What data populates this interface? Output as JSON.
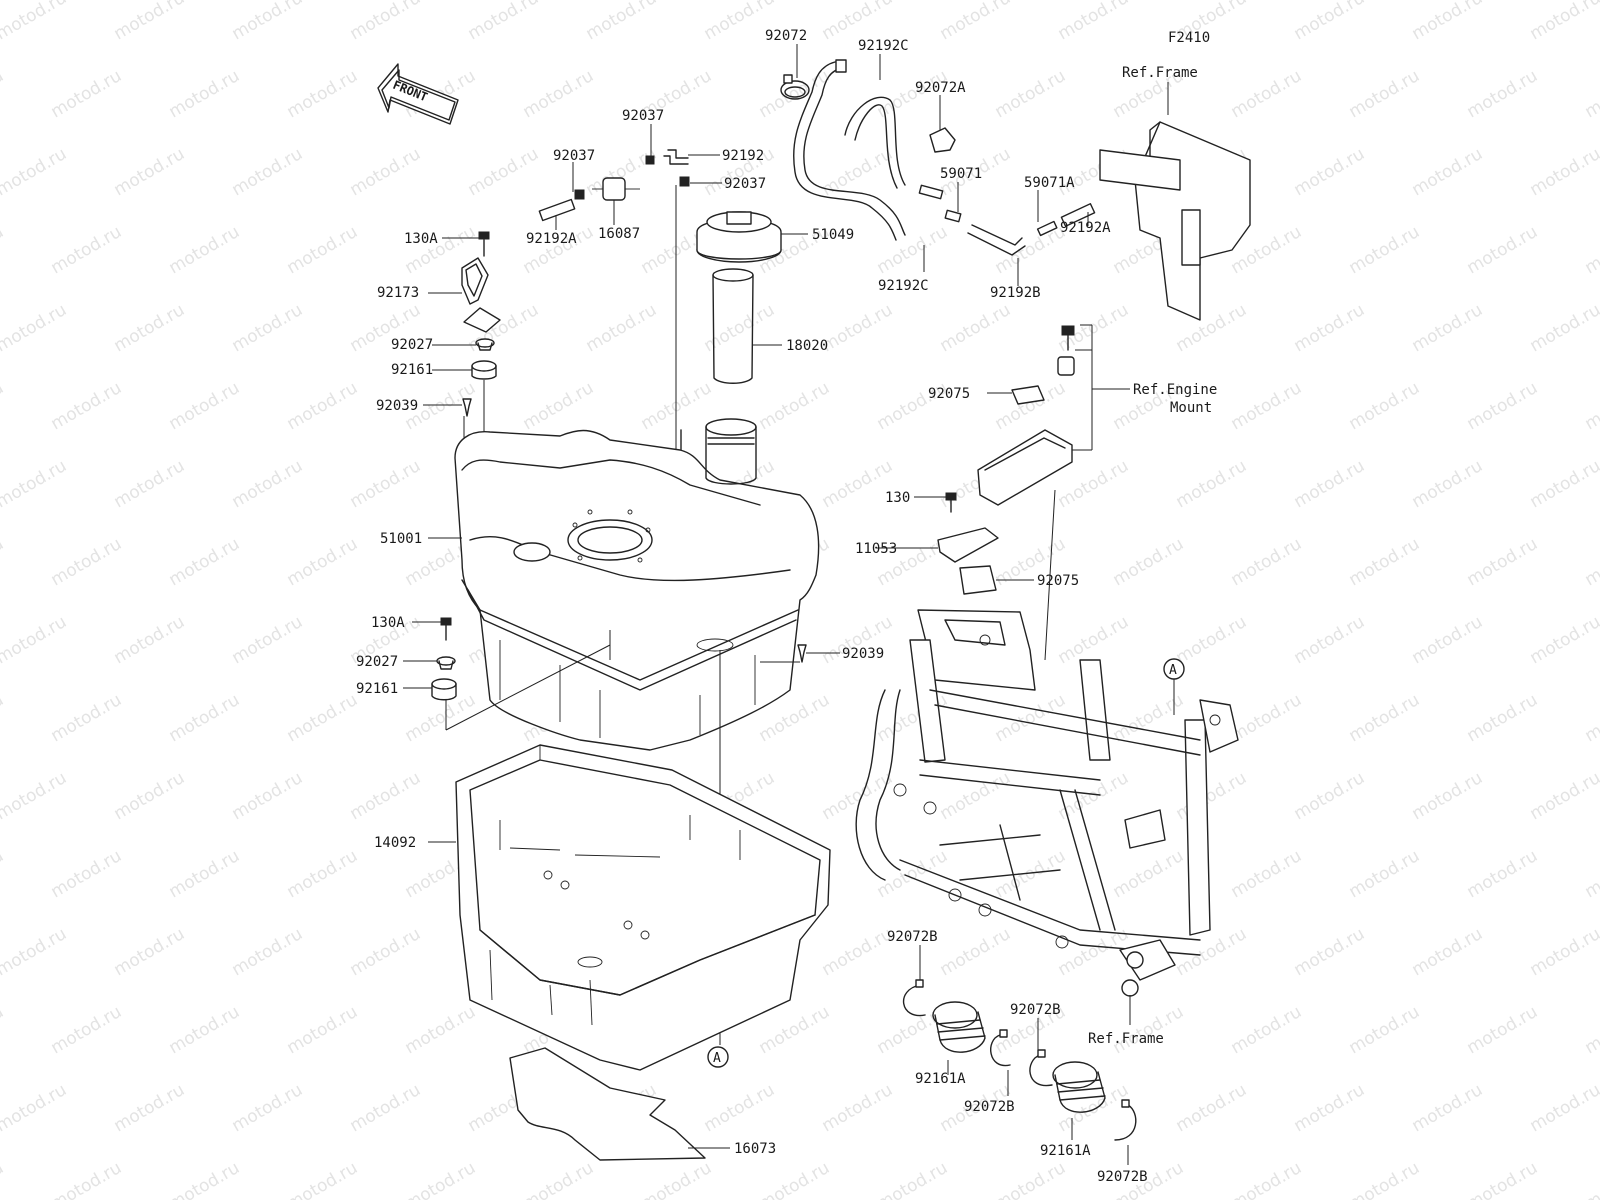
{
  "figure_code": "F2410",
  "front_arrow": "FRONT",
  "ref_a": "A",
  "labels": {
    "l92072": "92072",
    "l92192C_top": "92192C",
    "l92072A": "92072A",
    "l59071": "59071",
    "l59071A": "59071A",
    "l92192A_r": "92192A",
    "l92192C_bot": "92192C",
    "l92192B": "92192B",
    "l92037_a": "92037",
    "l92037_b": "92037",
    "l92037_c": "92037",
    "l92192": "92192",
    "l16087": "16087",
    "l92192A_l": "92192A",
    "l130A_top": "130A",
    "l51049": "51049",
    "l92173": "92173",
    "l92027_top": "92027",
    "l92161_top": "92161",
    "l18020": "18020",
    "l92039_top": "92039",
    "l51001": "51001",
    "l130A_bot": "130A",
    "l92027_bot": "92027",
    "l92161_bot": "92161",
    "l92039_right": "92039",
    "l14092": "14092",
    "l16073": "16073",
    "l92075_top": "92075",
    "l130": "130",
    "l11053": "11053",
    "l92075_bot": "92075",
    "ref_frame_top": "Ref.Frame",
    "ref_engine_1": "Ref.Engine",
    "ref_engine_2": "Mount",
    "ref_frame_bot": "Ref.Frame",
    "l92072B_1": "92072B",
    "l92072B_2": "92072B",
    "l92072B_3": "92072B",
    "l92072B_4": "92072B",
    "l92161A_1": "92161A",
    "l92161A_2": "92161A"
  },
  "watermark": "motod.ru"
}
